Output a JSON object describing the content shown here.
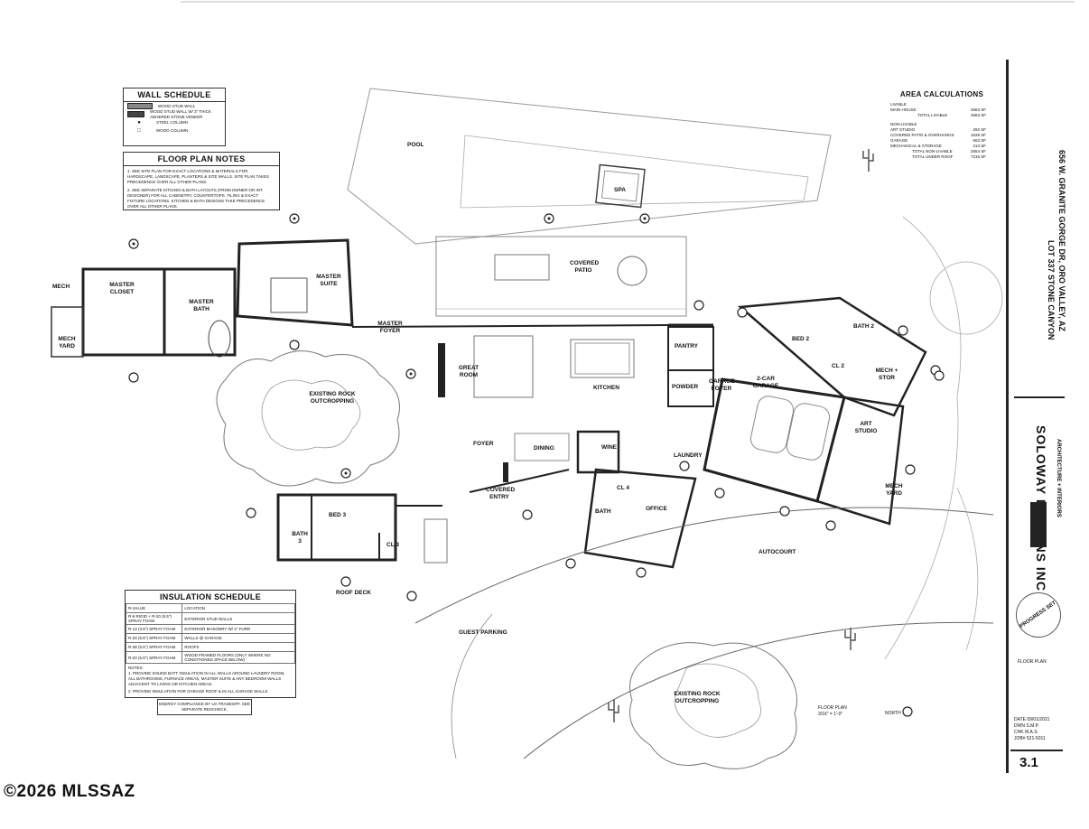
{
  "wall_schedule": {
    "title": "WALL SCHEDULE",
    "items": [
      "WOOD STUD WALL",
      "WOOD STUD WALL W/ 3\" THICK ADHERED STONE VENEER",
      "STEEL COLUMN",
      "WOOD COLUMN"
    ]
  },
  "floor_plan_notes": {
    "title": "FLOOR PLAN NOTES",
    "notes": [
      "1. SEE SITE PLAN FOR EXACT LOCATIONS & MATERIALS FOR HARDSCAPE, LANDSCAPE, PLANTERS & SITE WALLS. SITE PLAN TAKES PRECEDENCE OVER ALL OTHER PLANS.",
      "2. SEE SEPARATE KITCHEN & BATH LAYOUTS (FROM OWNER OR INT. DESIGNER) FOR ALL CABINETRY, COUNTERTOPS, TILING & EXACT FIXTURE LOCATIONS. KITCHEN & BATH DESIGNS TAKE PRECEDENCE OVER ALL OTHER PLANS."
    ]
  },
  "area_calculations": {
    "title": "AREA CALCULATIONS",
    "livable_heading": "LIVABLE",
    "rows": [
      {
        "label": "MAIN HOUSE",
        "value": "4563 SF"
      },
      {
        "label": "TOTAL LIVABLE",
        "value": "4563 SF"
      }
    ],
    "non_livable_heading": "NON-LIVABLE",
    "non_livable_rows": [
      {
        "label": "ART STUDIO",
        "value": "292 SF"
      },
      {
        "label": "COVERED PATIO & OVERHANGS",
        "value": "1528 SF"
      },
      {
        "label": "GARAGE",
        "value": "563 SF"
      },
      {
        "label": "MECHANICAL & STORAGE",
        "value": "213 SF"
      },
      {
        "label": "TOTAL NON-LIVABLE",
        "value": "2654 SF"
      },
      {
        "label": "TOTAL UNDER ROOF",
        "value": "7216 SF"
      }
    ]
  },
  "insulation_schedule": {
    "title": "INSULATION SCHEDULE",
    "headers": [
      "R-VALUE",
      "LOCATION"
    ],
    "rows": [
      [
        "R-6 RIGID + R-20 (5.5\") SPRAY FOAM",
        "EXTERIOR STUD WALLS"
      ],
      [
        "R-13 (3.5\") SPRAY FOAM",
        "EXTERIOR MASONRY W/ 4\" FURR"
      ],
      [
        "R-20 (5.5\") SPRAY FOAM",
        "WALLS @ GARAGE"
      ],
      [
        "R-38 (5.5\") SPRAY FOAM",
        "ROOFS"
      ],
      [
        "R-20 (5.5\") SPRAY FOAM",
        "WOOD FRAMED FLOORS (ONLY WHERE NO CONDITIONED SPACE BELOW)"
      ]
    ],
    "notes_heading": "NOTES:",
    "notes": [
      "1. PROVIDE SOUND BATT INSULATION IN ALL WALLS AROUND LAUNDRY ROOM, ALL BATHROOMS, FURNACE AREAS, MASTER SUITE & ANY BEDROOM WALLS ADJACENT TO LIVING OR KITCHEN AREAS.",
      "2. PROVIDE INSULATION FOR GARAGE ROOF & IN ALL GARAGE WALLS"
    ],
    "energy_note": "ENERGY COMPLIANCE BY UA TRADEOFF. SEE SEPARATE RESCHECK."
  },
  "rooms": {
    "pool": "POOL",
    "spa": "SPA",
    "covered_patio": "COVERED PATIO",
    "master_suite": "MASTER SUITE",
    "master_closet": "MASTER CLOSET",
    "master_bath": "MASTER BATH",
    "master_foyer": "MASTER FOYER",
    "mech": "MECH",
    "mech_yard": "MECH YARD",
    "great_room": "GREAT ROOM",
    "kitchen": "KITCHEN",
    "pantry": "PANTRY",
    "powder": "POWDER",
    "garage_foyer": "GARAGE FOYER",
    "two_car_garage": "2-CAR GARAGE",
    "bed2": "BED 2",
    "bath2": "BATH 2",
    "cl2": "CL 2",
    "mech_stor": "MECH + STOR",
    "art_studio": "ART STUDIO",
    "mech_yard_2": "MECH YARD",
    "laundry": "LAUNDRY",
    "foyer": "FOYER",
    "dining": "DINING",
    "wine": "WINE",
    "covered_entry": "COVERED ENTRY",
    "cl4": "CL 4",
    "bath": "BATH",
    "office": "OFFICE",
    "bed3": "BED 3",
    "bath3": "BATH 3",
    "cl3": "CL 3",
    "roof_deck": "ROOF DECK",
    "existing_rock_1": "EXISTING ROCK OUTCROPPING",
    "existing_rock_2": "EXISTING ROCK OUTCROPPING",
    "guest_parking": "GUEST PARKING",
    "autocourt": "AUTOCOURT"
  },
  "floor_plan_label": "FLOOR PLAN",
  "scale": "3/16\" = 1'-0\"",
  "north": "NORTH",
  "title_block": {
    "project": "LOT 337 STONE CANYON",
    "address": "656 W. GRANITE GORGE DR, ORO VALLEY, AZ",
    "firm": "SOLOWAY DESIGNS INC",
    "firm_sub": "ARCHITECTURE + INTERIORS",
    "progress_stamp": "PROGRESS SET",
    "sheet_title": "FLOOR PLAN",
    "date_label": "DATE",
    "date": "09/01/2021",
    "drawn_label": "DWN",
    "drawn": "S.M.P.",
    "chk_label": "CHK",
    "chk": "M.A.S.",
    "job_label": "JOB#",
    "job": "521-5011",
    "sheet_number": "3.1"
  },
  "watermark": "©2026 MLSSAZ"
}
